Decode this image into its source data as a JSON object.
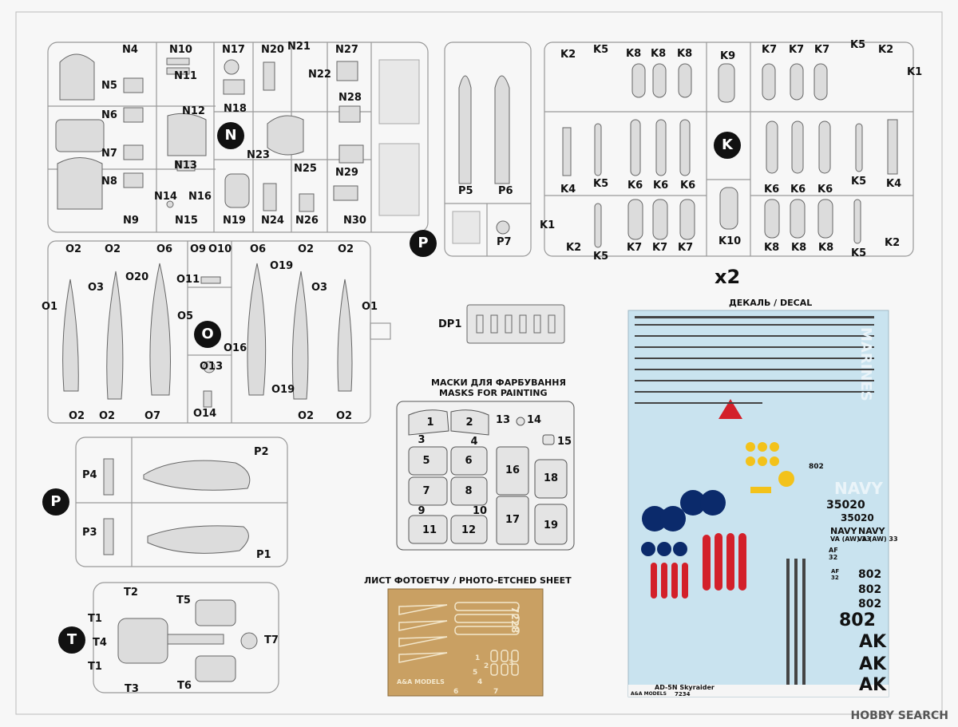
{
  "sprue_n": {
    "badge": "N",
    "labels": [
      "N4",
      "N10",
      "N11",
      "N17",
      "N20",
      "N21",
      "N22",
      "N27",
      "N5",
      "N6",
      "N12",
      "N18",
      "N28",
      "N7",
      "N8",
      "N13",
      "N23",
      "N25",
      "N29",
      "N14",
      "N15",
      "N16",
      "N9",
      "N19",
      "N24",
      "N26",
      "N30"
    ]
  },
  "sprue_p_top": {
    "badge": "P",
    "labels": [
      "P5",
      "P6",
      "P7"
    ]
  },
  "sprue_k": {
    "badge": "K",
    "multiplier": "x2",
    "labels": [
      "K2",
      "K5",
      "K8",
      "K8",
      "K8",
      "K9",
      "K7",
      "K7",
      "K7",
      "K5",
      "K2",
      "K1",
      "K4",
      "K5",
      "K6",
      "K6",
      "K6",
      "K6",
      "K6",
      "K6",
      "K5",
      "K4",
      "K1",
      "K2",
      "K5",
      "K7",
      "K7",
      "K7",
      "K10",
      "K8",
      "K8",
      "K8",
      "K5",
      "K2"
    ]
  },
  "sprue_o": {
    "badge": "O",
    "labels": [
      "O2",
      "O2",
      "O6",
      "O9",
      "O10",
      "O6",
      "O2",
      "O2",
      "O3",
      "O20",
      "O11",
      "O19",
      "O3",
      "O1",
      "O5",
      "O1",
      "O16",
      "O13",
      "O19",
      "O2",
      "O2",
      "O7",
      "O14",
      "O2",
      "O2"
    ]
  },
  "dp1": {
    "label": "DP1"
  },
  "masks": {
    "title_ua": "МАСКИ ДЛЯ ФАРБУВАННЯ",
    "title_en": "MASKS FOR PAINTING",
    "numbers": [
      "1",
      "2",
      "3",
      "4",
      "5",
      "6",
      "7",
      "8",
      "9",
      "10",
      "11",
      "12",
      "13",
      "14",
      "15",
      "16",
      "17",
      "18",
      "19"
    ]
  },
  "sprue_p_bottom": {
    "badge": "P",
    "labels": [
      "P2",
      "P4",
      "P3",
      "P1"
    ]
  },
  "sprue_t": {
    "badge": "T",
    "labels": [
      "T2",
      "T5",
      "T1",
      "T4",
      "T7",
      "T1",
      "T3",
      "T6"
    ]
  },
  "photo_etch": {
    "title": "ЛИСТ ФОТОЕТЧУ / PHOTO-ETCHED SHEET",
    "code": "7228",
    "brand": "A&A MODELS",
    "numbers": [
      "1",
      "2",
      "3",
      "4",
      "5",
      "6",
      "7"
    ]
  },
  "decal": {
    "title": "ДЕКАЛЬ / DECAL",
    "texts": [
      "35020",
      "35020",
      "NAVY",
      "NAVY",
      "VA (AW) 33",
      "VA (AW) 33",
      "802",
      "802",
      "802",
      "802",
      "802",
      "AK",
      "AK",
      "AK",
      "AF",
      "32",
      "AF",
      "32",
      "NAVY",
      "MARINES"
    ],
    "model": "AD-5N Skyraider",
    "code": "7234",
    "brand": "A&A MODELS",
    "star_color": "#0b2a6b",
    "red": "#d3202a",
    "yellow": "#f3c21a",
    "paper": "#c9e3ef"
  },
  "watermark": "HOBBY SEARCH",
  "colors": {
    "plastic": "#d9d9d9",
    "sprue": "#c7c7c7",
    "etch": "#c9a063"
  }
}
